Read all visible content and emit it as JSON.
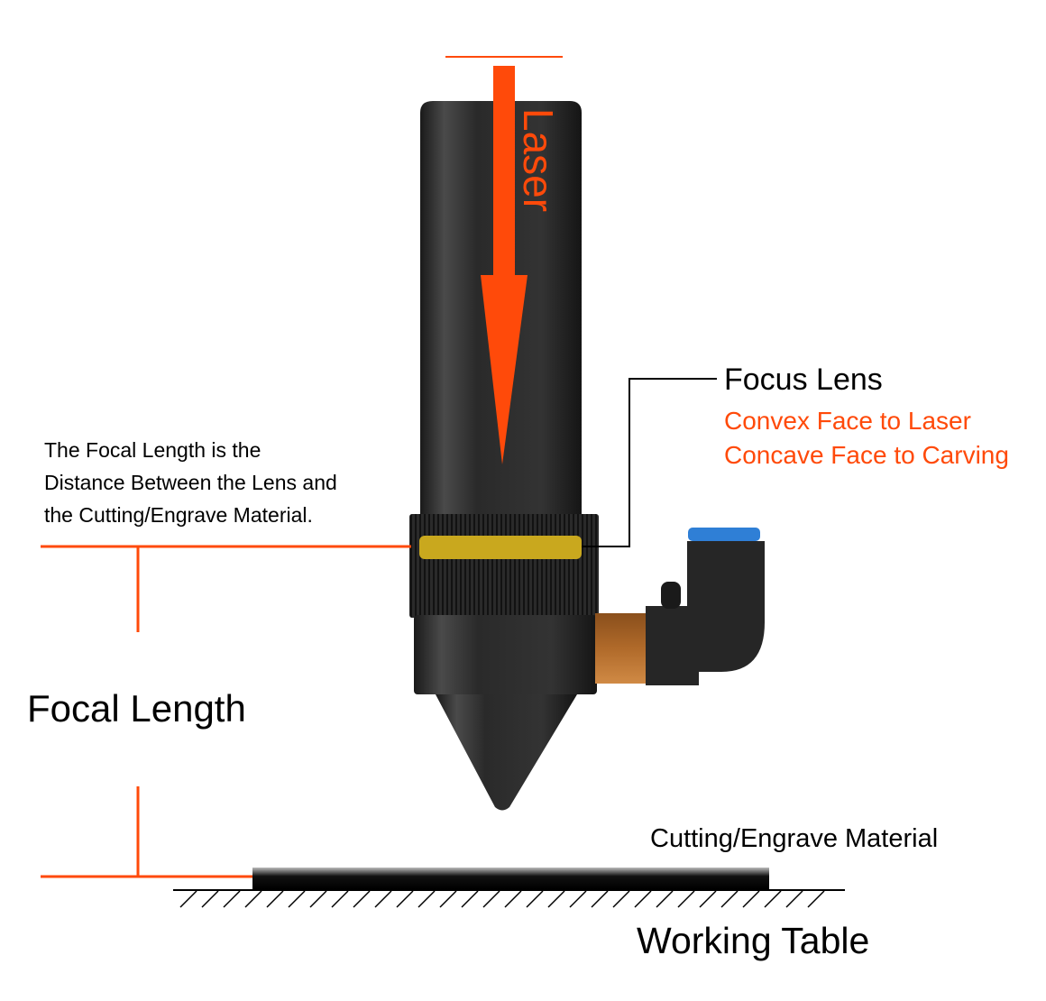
{
  "labels": {
    "laser": "Laser",
    "focus_lens_title": "Focus Lens",
    "focus_lens_line1": "Convex Face to Laser",
    "focus_lens_line2": "Concave Face to Carving",
    "focal_desc_line1": "The Focal Length is the",
    "focal_desc_line2": "Distance Between the Lens and",
    "focal_desc_line3": "the Cutting/Engrave Material.",
    "focal_length": "Focal Length",
    "material": "Cutting/Engrave Material",
    "working_table": "Working Table"
  },
  "colors": {
    "accent": "#ff4a0a",
    "body": "#2b2b2b",
    "lens": "#c9a81e",
    "brass": "#b8742e",
    "cap": "#2f7fd6"
  }
}
